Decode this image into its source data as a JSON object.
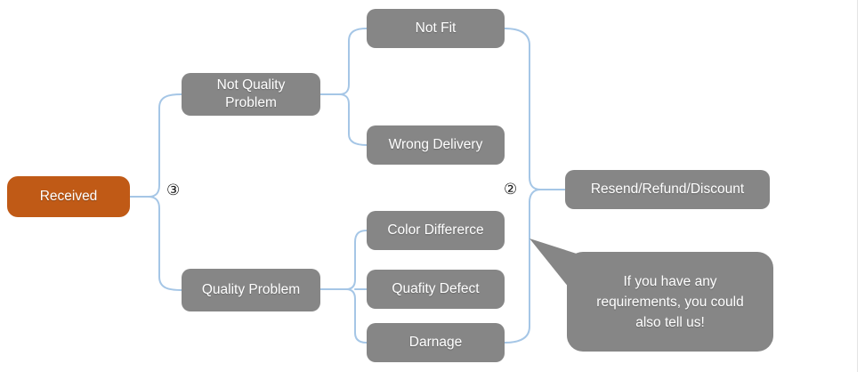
{
  "colors": {
    "accent_orange": "#C05A16",
    "node_gray": "#868686",
    "connector_blue": "#A5C6E6",
    "text_white": "#FFFFFF"
  },
  "nodes": {
    "received": {
      "label": "Received"
    },
    "not_quality_problem": {
      "label": "Not Quality Problem"
    },
    "quality_problem": {
      "label": "Quality Problem"
    },
    "not_fit": {
      "label": "Not Fit"
    },
    "wrong_delivery": {
      "label": "Wrong Delivery"
    },
    "color_difference": {
      "label": "Color Differerce"
    },
    "quality_defect": {
      "label": "Quafity Defect"
    },
    "damage": {
      "label": "Darnage"
    },
    "resolution": {
      "label": "Resend/Refund/Discount"
    }
  },
  "markers": {
    "branch_group_left": "③",
    "branch_group_right": "②"
  },
  "callout": {
    "text": "If you have any requirements, you could also tell us!"
  }
}
